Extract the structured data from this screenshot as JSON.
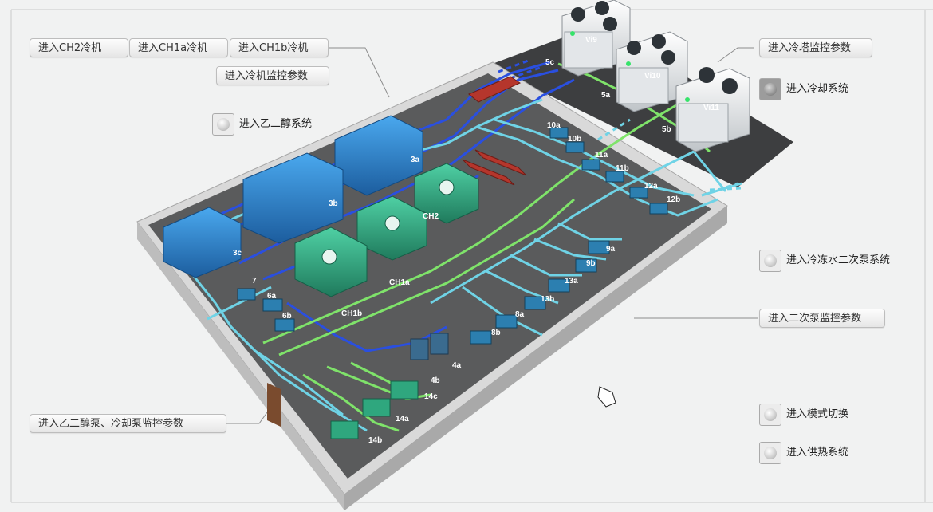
{
  "buttons": {
    "ch2": "进入CH2冷机",
    "ch1a": "进入CH1a冷机",
    "ch1b": "进入CH1b冷机",
    "chiller_params": "进入冷机监控参数",
    "tower_params": "进入冷塔监控参数",
    "secondary_params": "进入二次泵监控参数",
    "glycol_pump_params": "进入乙二醇泵、冷却泵监控参数"
  },
  "radio_buttons": {
    "glycol": "进入乙二醇系统",
    "cooling": "进入冷却系统",
    "chilled_secondary": "进入冷冻水二次泵系统",
    "mode_switch": "进入模式切换",
    "heating": "进入供热系统"
  },
  "equipment_labels": {
    "vi9": "Vi9",
    "vi10": "Vi10",
    "vi11": "Vi11",
    "p5c": "5c",
    "p5a": "5a",
    "p5b": "5b",
    "p10a": "10a",
    "p10b": "10b",
    "p11a": "11a",
    "p11b": "11b",
    "p12a": "12a",
    "p12b": "12b",
    "t3a": "3a",
    "t3b": "3b",
    "t3c": "3c",
    "ch2": "CH2",
    "ch1a": "CH1a",
    "ch1b": "CH1b",
    "p7": "7",
    "p6a": "6a",
    "p6b": "6b",
    "p9a": "9a",
    "p9b": "9b",
    "p13a": "13a",
    "p13b": "13b",
    "p8a": "8a",
    "p8b": "8b",
    "p4a": "4a",
    "p4b": "4b",
    "p14c": "14c",
    "p14a": "14a",
    "p14b": "14b"
  },
  "colors": {
    "chilled_water": "#6fd3e6",
    "glycol": "#7fe36a",
    "cooling_water": "#2a4fe0",
    "tank_blue": "#2f8fd8",
    "chiller_green": "#2fa77e",
    "floor": "#5a5b5c"
  }
}
